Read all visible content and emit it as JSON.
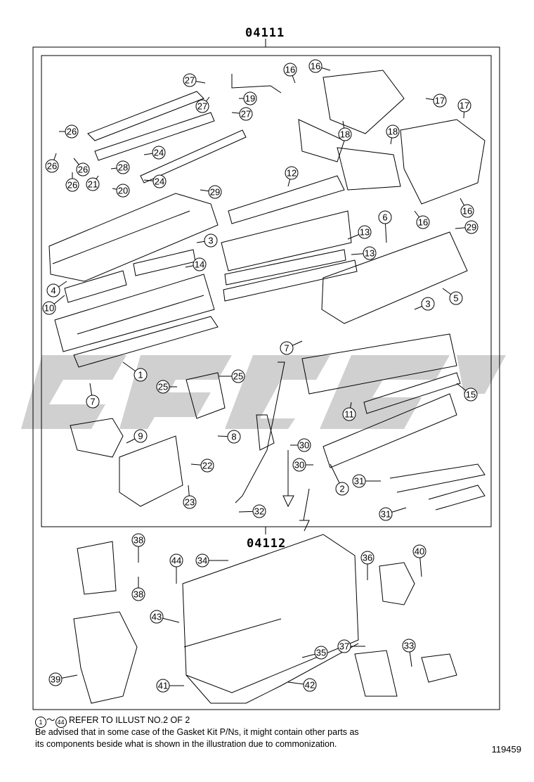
{
  "groups": [
    {
      "part_number": "04111"
    },
    {
      "part_number": "04112"
    }
  ],
  "callouts": {
    "upper": [
      "1",
      "2",
      "3",
      "3",
      "4",
      "5",
      "6",
      "7",
      "7",
      "8",
      "9",
      "10",
      "11",
      "12",
      "13",
      "13",
      "14",
      "15",
      "16",
      "16",
      "16",
      "16",
      "17",
      "17",
      "18",
      "18",
      "19",
      "20",
      "21",
      "22",
      "23",
      "24",
      "24",
      "25",
      "25",
      "26",
      "26",
      "26",
      "26",
      "27",
      "27",
      "27",
      "28",
      "29",
      "29",
      "30",
      "30",
      "31",
      "31",
      "32"
    ],
    "lower": [
      "33",
      "34",
      "35",
      "36",
      "37",
      "38",
      "38",
      "39",
      "40",
      "41",
      "42",
      "43",
      "44"
    ]
  },
  "footer": {
    "range_start": "1",
    "range_end": "44",
    "range_sep": "～",
    "refer_text": "REFER TO ILLUST NO.2 OF 2",
    "advisory_line1": "Be advised that in some case of the Gasket Kit P/Ns,  it might contain other parts as",
    "advisory_line2": "its components beside what is shown in the illustration due to commonization."
  },
  "illustration_number": "119459",
  "watermark_color": "#c8c8c8"
}
